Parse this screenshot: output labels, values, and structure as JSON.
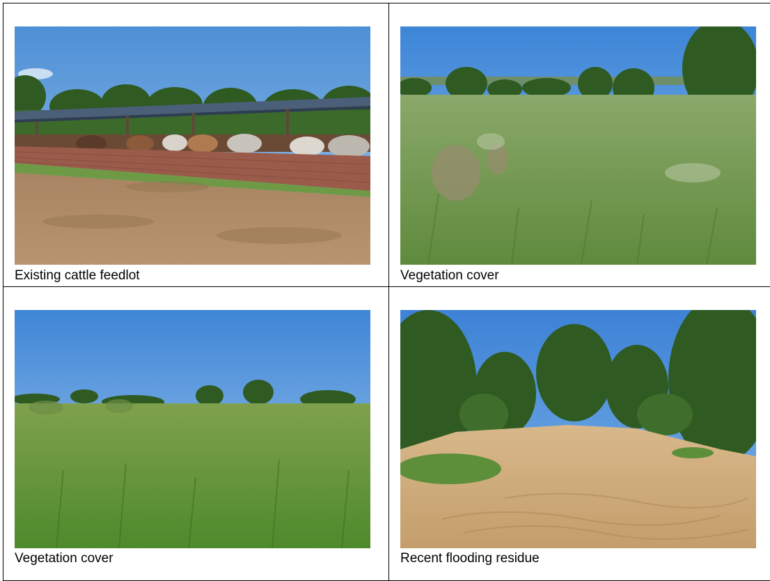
{
  "photos": [
    {
      "caption": "Existing cattle feedlot"
    },
    {
      "caption": "Vegetation cover"
    },
    {
      "caption": "Vegetation cover"
    },
    {
      "caption": "Recent flooding residue"
    }
  ],
  "colors": {
    "sky": "#5e9ad6",
    "grass": "#5c8f3a",
    "trees": "#2f5a22",
    "sand": "#c9a878",
    "brick": "#9a5b4a",
    "roof": "#4b5f78",
    "border": "#000000"
  }
}
